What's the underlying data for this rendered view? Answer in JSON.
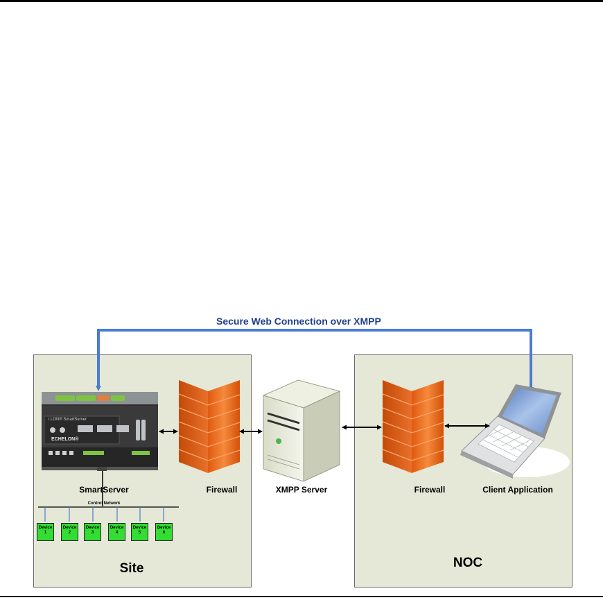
{
  "header": {
    "title": "Secure Web Connection over XMPP"
  },
  "site": {
    "label": "Site",
    "smartserver_label": "SmartServer",
    "smartserver_brand": "i.LON® SmartServer",
    "smartserver_maker": "ECHELON®",
    "firewall_label": "Firewall",
    "network_label": "Control Network",
    "devices": [
      {
        "line1": "Device",
        "line2": "1"
      },
      {
        "line1": "Device",
        "line2": "2"
      },
      {
        "line1": "Device",
        "line2": "3"
      },
      {
        "line1": "Device",
        "line2": "4"
      },
      {
        "line1": "Device",
        "line2": "5"
      },
      {
        "line1": "Device",
        "line2": "6"
      }
    ]
  },
  "xmpp": {
    "label": "XMPP Server"
  },
  "noc": {
    "label": "NOC",
    "firewall_label": "Firewall",
    "client_label": "Client Application"
  },
  "colors": {
    "connection": "#4a7ccf",
    "panel": "#e5e8d6",
    "firewall": "#f07a2a",
    "device": "#33dd33"
  }
}
